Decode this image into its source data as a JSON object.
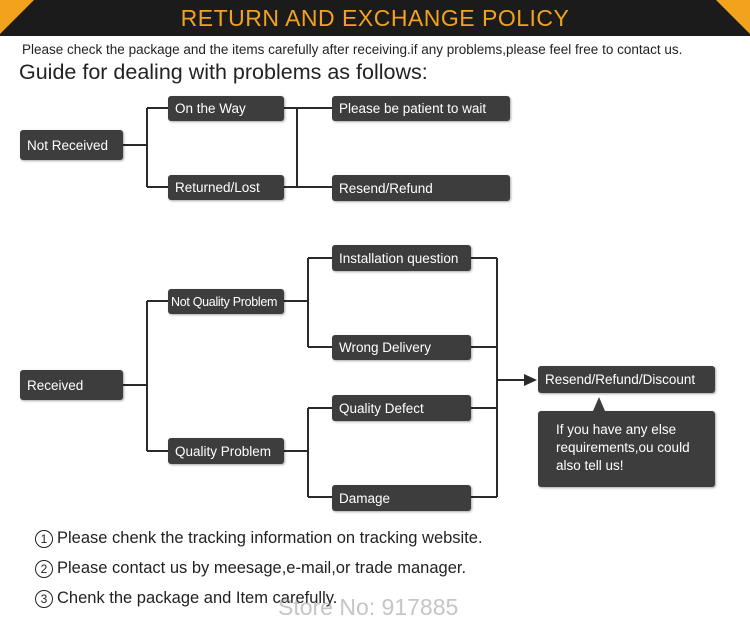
{
  "header": {
    "title": "RETURN AND EXCHANGE POLICY",
    "accent_color": "#f2a21d",
    "bar_color": "#1b1b1b"
  },
  "intro": "Please check the package and the items carefully after receiving.if any problems,please feel free to contact us.",
  "guide_heading": "Guide for dealing with problems as follows:",
  "flow": {
    "not_received": {
      "label": "Not Received",
      "on_the_way": "On the Way",
      "returned_lost": "Returned/Lost",
      "wait": "Please be patient to wait",
      "resend": "Resend/Refund"
    },
    "received": {
      "label": "Received",
      "not_quality": "Not Quality Problem",
      "quality": "Quality Problem",
      "installation": "Installation question",
      "wrong_delivery": "Wrong Delivery",
      "quality_defect": "Quality Defect",
      "damage": "Damage",
      "outcome": "Resend/Refund/Discount",
      "note": "If you have any else requirements,ou could also tell us!"
    },
    "box_color": "#3d3d3d"
  },
  "tips": [
    {
      "num": "1",
      "text": "Please chenk the tracking information on tracking website."
    },
    {
      "num": "2",
      "text": "Please contact us by meesage,e-mail,or trade manager."
    },
    {
      "num": "3",
      "text": "Chenk the package and Item carefully."
    }
  ],
  "watermark": "Store No: 917885"
}
